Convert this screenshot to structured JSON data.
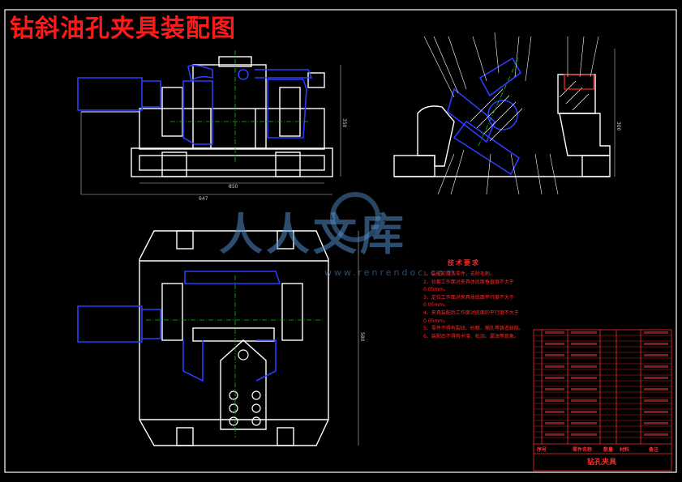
{
  "title": "钻斜油孔夹具装配图",
  "watermark": {
    "brand": "人人文库",
    "url": "www.renrendoc.com"
  },
  "tech_requirements": {
    "heading": "技术要求",
    "items": [
      "1、装配前清洗零件，去除毛刺。",
      "2、钻套工作面对夹具体底面垂直度不大于0.05mm。",
      "3、定位工作面对夹具体底面平行度不大于0.05mm。",
      "4、夹具装配后工作面对底面的平行度不大于",
      "0.05mm。",
      "5、零件不得有裂纹、砂眼、缩孔等铸造缺陷。",
      "6、装配后不得有卡滞、松动、漏油等现象。"
    ]
  },
  "title_block": {
    "drawing_name": "钻孔夹具",
    "header_labels": [
      "序号",
      "零件名称",
      "数量",
      "材料",
      "备注"
    ]
  },
  "dimensions": {
    "width_total": "647",
    "width_inner": "850",
    "height_right": "350",
    "height_plan": "580",
    "height_section": "300"
  },
  "colors": {
    "outline": "#ffffff",
    "blue_part": "#2b3cff",
    "green_center": "#00c800",
    "red_text": "#ff2a2a",
    "dim_line": "#c0c0c0"
  }
}
